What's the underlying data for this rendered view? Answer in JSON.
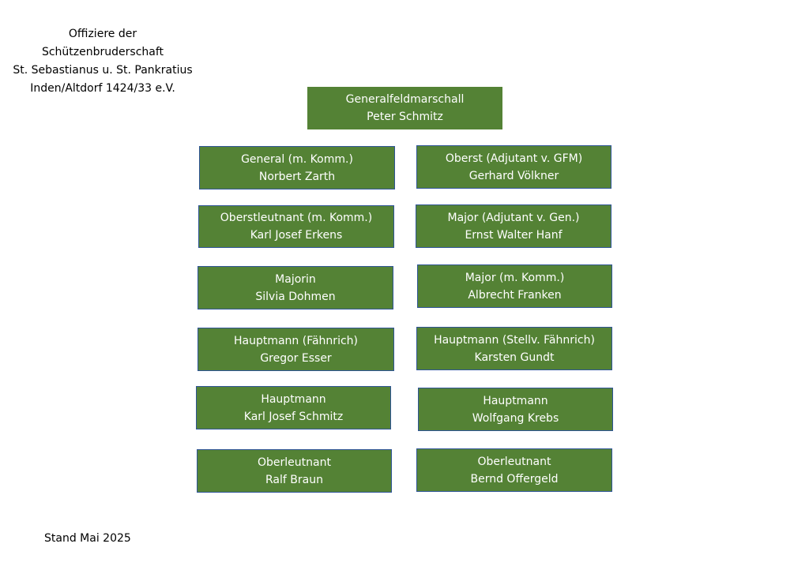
{
  "title_lines": [
    "Offiziere der",
    "Schützenbruderschaft",
    "St. Sebastianus u. St. Pankratius",
    "Inden/Altdorf 1424/33 e.V."
  ],
  "top": {
    "rank": "Generalfeldmarschall",
    "name": "Peter Schmitz"
  },
  "left": [
    {
      "rank": "General (m. Komm.)",
      "name": "Norbert Zarth"
    },
    {
      "rank": "Oberstleutnant (m. Komm.)",
      "name": "Karl Josef Erkens"
    },
    {
      "rank": "Majorin",
      "name": "Silvia Dohmen"
    },
    {
      "rank": "Hauptmann (Fähnrich)",
      "name": "Gregor Esser"
    },
    {
      "rank": "Hauptmann",
      "name": "Karl Josef Schmitz"
    },
    {
      "rank": "Oberleutnant",
      "name": "Ralf Braun"
    }
  ],
  "right": [
    {
      "rank": "Oberst (Adjutant v. GFM)",
      "name": "Gerhard Völkner"
    },
    {
      "rank": "Major (Adjutant v. Gen.)",
      "name": "Ernst Walter Hanf"
    },
    {
      "rank": "Major (m. Komm.)",
      "name": "Albrecht Franken"
    },
    {
      "rank": "Hauptmann (Stellv. Fähnrich)",
      "name": "Karsten Gundt"
    },
    {
      "rank": "Hauptmann",
      "name": "Wolfgang Krebs"
    },
    {
      "rank": "Oberleutnant",
      "name": "Bernd Offergeld"
    }
  ],
  "footer": "Stand Mai 2025"
}
